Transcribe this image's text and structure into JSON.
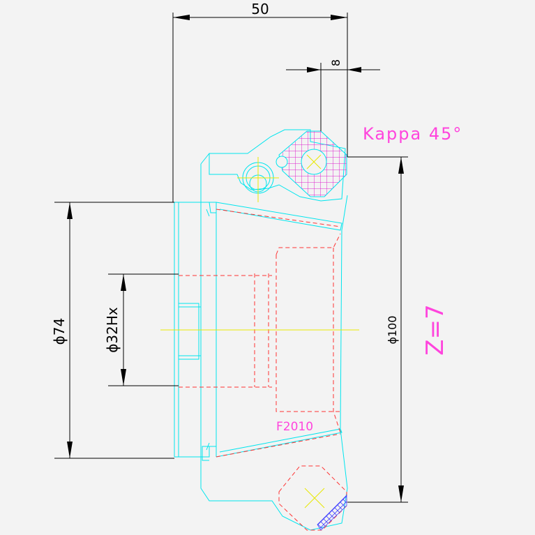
{
  "dimensions": {
    "width_top": "50",
    "offset_top": "8",
    "outer_left": "ϕ74",
    "bore": "ϕ32Hx",
    "outer_right": "ϕ100"
  },
  "annotations": {
    "kappa": "Kappa 45°",
    "teeth": "Z=7",
    "flange": "F2010"
  },
  "colors": {
    "background": "#f3f3f3",
    "outline": "#00e5ee",
    "hidden": "#ff3333",
    "centerline": "#e8e800",
    "annotation": "#ff44dd",
    "dimension": "#000000"
  }
}
